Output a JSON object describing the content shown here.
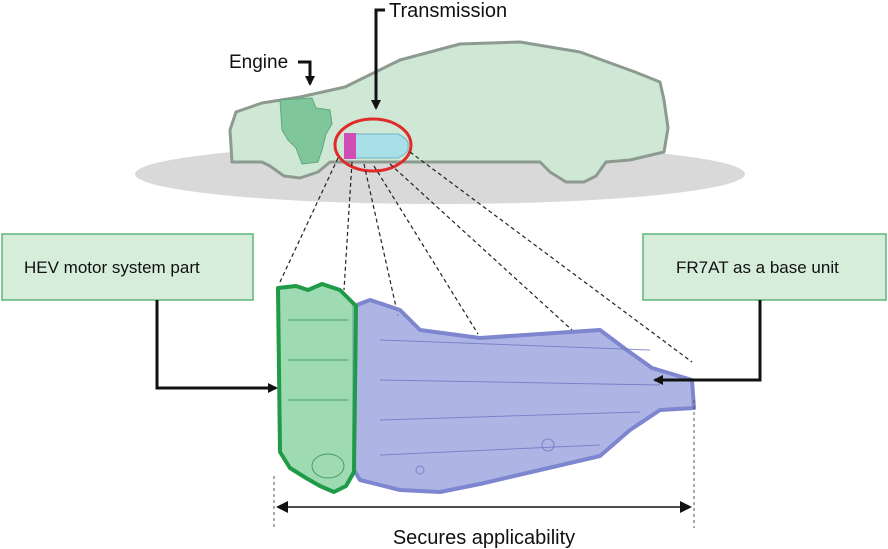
{
  "labels": {
    "transmission": "Transmission",
    "engine": "Engine",
    "hev_box": "HEV motor system part",
    "base_box": "FR7AT as a base unit",
    "bottom": "Secures applicability"
  },
  "colors": {
    "car_fill": "#cfe8d6",
    "car_stroke": "#8c9a90",
    "ground": "#d9d9d9",
    "box_fill": "#d5edd9",
    "box_stroke": "#5fb37a",
    "hev_part_fill": "#7fcf98",
    "hev_part_stroke": "#1f9a47",
    "base_part_fill": "#9aa3dd",
    "base_part_stroke": "#7d86cf",
    "highlight_ring": "#e02b2b",
    "trans_body": "#a8dfe8",
    "trans_front": "#d04db6",
    "engine_fill": "#7fc79a"
  }
}
